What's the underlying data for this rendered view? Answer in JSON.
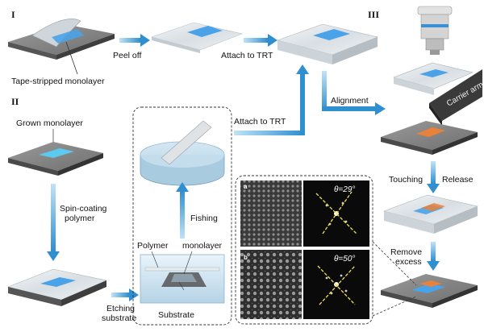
{
  "panels": {
    "panel_1": "I",
    "panel_2": "II",
    "panel_3": "III"
  },
  "labels": {
    "tape_stripped": "Tape-stripped monolayer",
    "peel_off": "Peel off",
    "attach_trt_1": "Attach to TRT",
    "attach_trt_2": "Attach to TRT",
    "alignment": "Alignment",
    "carrier_arm": "Carrier arm",
    "grown_monolayer": "Grown monolayer",
    "spin_coating_1": "Spin-coating",
    "spin_coating_2": "polymer",
    "etching_1": "Etching",
    "etching_2": "substrate",
    "fishing": "Fishing",
    "polymer": "Polymer",
    "monolayer": "monolayer",
    "substrate": "Substrate",
    "touching": "Touching",
    "release": "Release",
    "remove_1": "Remove",
    "remove_2": "excess"
  },
  "inset": {
    "tag_a": "a",
    "tag_b": "b",
    "theta_a": "θ=29°",
    "theta_b": "θ=50°"
  },
  "colors": {
    "arrow": "#3a9fd6",
    "monolayer_blue": "#4aa3e8",
    "monolayer_orange": "#e8823a",
    "substrate_top": "#8c8c8c",
    "substrate_side": "#4a4a4a",
    "fft_line": "#f2e14a"
  }
}
